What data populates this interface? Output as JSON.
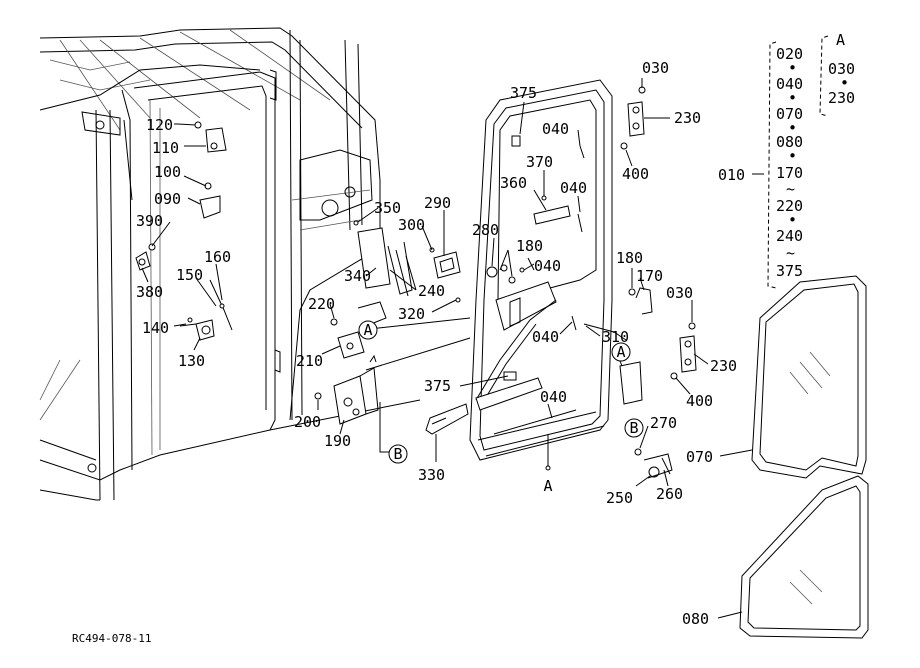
{
  "drawing_code": "RC494-078-11",
  "marker_a": "A",
  "marker_b": "B",
  "labels": {
    "p120": "120",
    "p110": "110",
    "p100": "100",
    "p090": "090",
    "p390": "390",
    "p380": "380",
    "p160": "160",
    "p150": "150",
    "p140": "140",
    "p130": "130",
    "p350": "350",
    "p300": "300",
    "p290": "290",
    "p340": "340",
    "p240": "240",
    "p220": "220",
    "p320": "320",
    "p210": "210",
    "p200": "200",
    "p190": "190",
    "p375a": "375",
    "p040a": "040",
    "p370": "370",
    "p360": "360",
    "p040b": "040",
    "p280": "280",
    "p180a": "180",
    "p040c": "040",
    "p030a": "030",
    "p230a": "230",
    "p400a": "400",
    "p180b": "180",
    "p170": "170",
    "p030b": "030",
    "p040d": "040",
    "p310": "310",
    "p230b": "230",
    "p400b": "400",
    "p375b": "375",
    "p040e": "040",
    "p330": "330",
    "p270": "270",
    "p250": "250",
    "p260": "260",
    "p070": "070",
    "p080": "080",
    "p010": "010"
  },
  "group_list": [
    "020",
    "040",
    "070",
    "080",
    "170",
    "220",
    "240",
    "375"
  ],
  "group_list_separators": [
    "•",
    "•",
    "•",
    "•",
    "~",
    "•",
    "~"
  ],
  "sub_group": {
    "marker": "A",
    "items": [
      "030",
      "230"
    ],
    "separator": "•"
  }
}
